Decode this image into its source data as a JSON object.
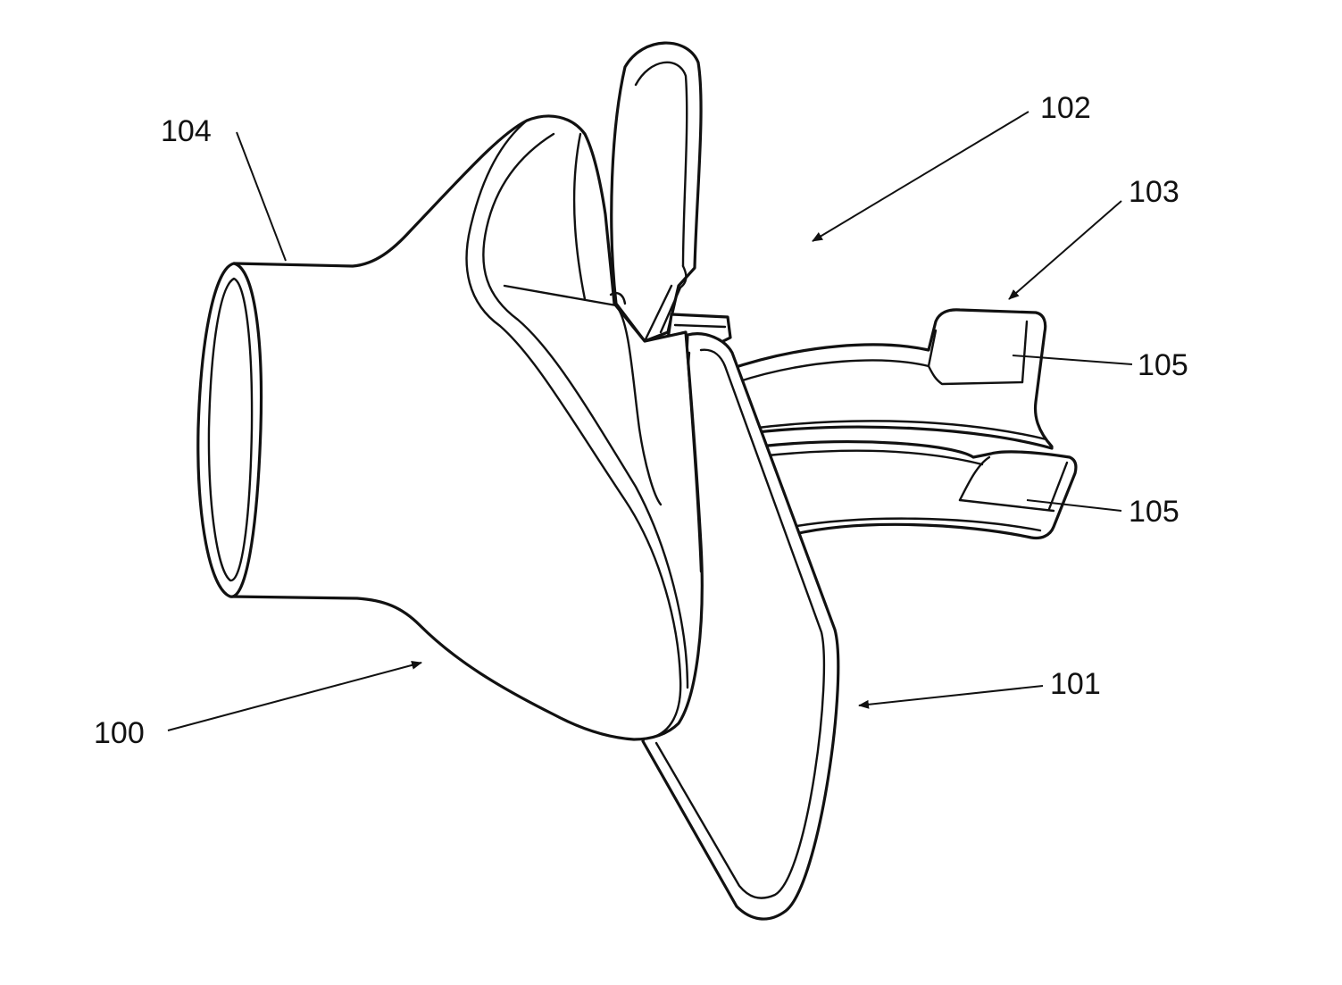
{
  "figure": {
    "background": "#ffffff",
    "ink": "#111111",
    "labels": {
      "l100": "100",
      "l101": "101",
      "l102": "102",
      "l103": "103",
      "l104": "104",
      "l105a": "105",
      "l105b": "105"
    }
  }
}
